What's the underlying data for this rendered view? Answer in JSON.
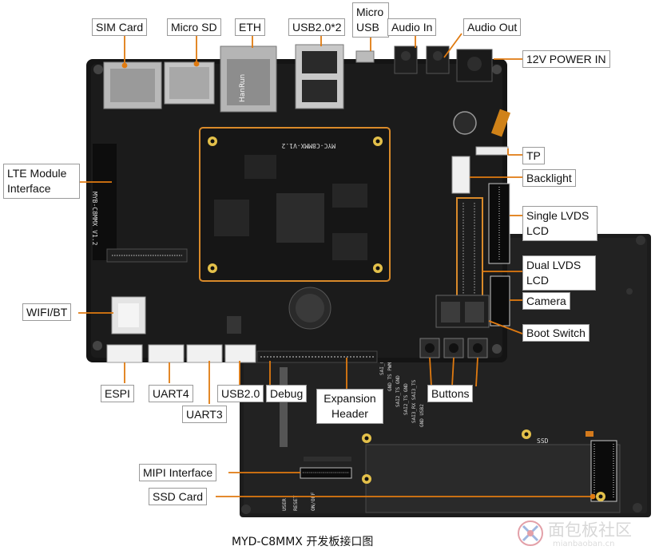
{
  "labels": {
    "sim_card": "SIM Card",
    "micro_sd": "Micro SD",
    "eth": "ETH",
    "usb20x2": "USB2.0*2",
    "micro_usb_line1": "Micro",
    "micro_usb_line2": "USB",
    "audio_in": "Audio In",
    "audio_out": "Audio Out",
    "power_in": "12V POWER IN",
    "lte_line1": "LTE Module",
    "lte_line2": "Interface",
    "tp": "TP",
    "backlight": "Backlight",
    "single_lvds_line1": "Single LVDS",
    "single_lvds_line2": "LCD",
    "dual_lvds_line1": "Dual LVDS",
    "dual_lvds_line2": "LCD",
    "camera": "Camera",
    "boot_switch": "Boot Switch",
    "wifi_bt": "WIFI/BT",
    "espi": "ESPI",
    "uart4": "UART4",
    "uart3": "UART3",
    "usb20": "USB2.0",
    "debug": "Debug",
    "expansion_line1": "Expansion",
    "expansion_line2": "Header",
    "buttons": "Buttons",
    "mipi": "MIPI Interface",
    "ssd_card": "SSD Card"
  },
  "caption": "MYD-C8MMX 开发板接口图",
  "watermark": {
    "text": "面包板社区",
    "url": "mianbaoban.cn"
  },
  "colors": {
    "leader": "#e07a10",
    "board": "#1b1b1b",
    "label_border": "#9a9a9a"
  }
}
